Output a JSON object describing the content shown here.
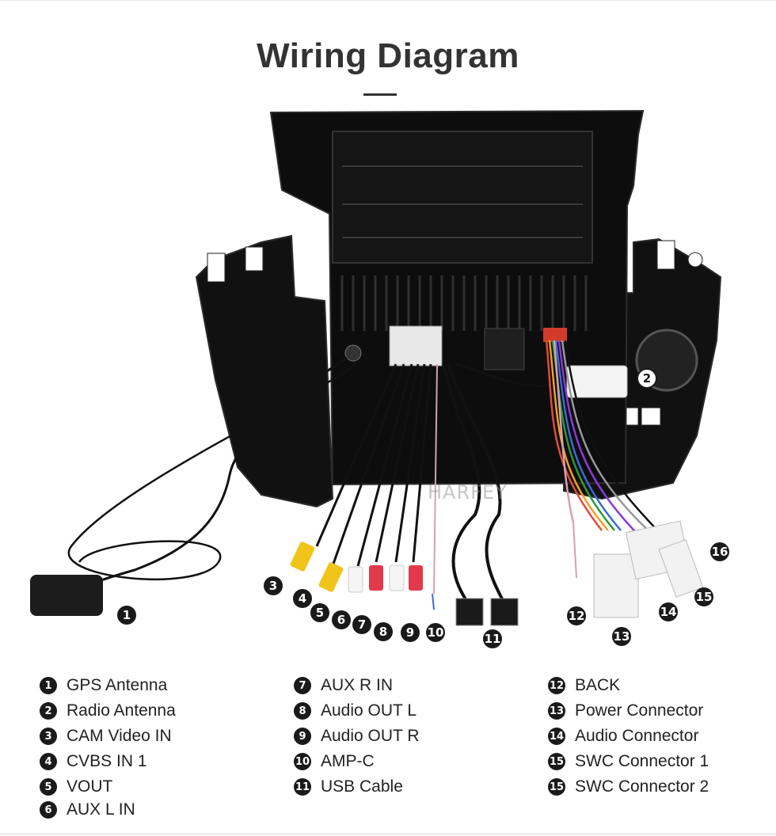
{
  "title": "Wiring Diagram",
  "watermark": "HARFEY",
  "callouts": [
    "1",
    "2",
    "3",
    "4",
    "5",
    "6",
    "7",
    "8",
    "9",
    "10",
    "11",
    "12",
    "13",
    "14",
    "15",
    "16"
  ],
  "legend": {
    "col1": [
      {
        "num": "1",
        "label": "GPS Antenna"
      },
      {
        "num": "2",
        "label": "Radio Antenna"
      },
      {
        "num": "3",
        "label": "CAM Video IN"
      },
      {
        "num": "4",
        "label": "CVBS IN 1"
      },
      {
        "num": "5",
        "label": "VOUT"
      },
      {
        "num": "6",
        "label": "AUX L IN"
      }
    ],
    "col2": [
      {
        "num": "7",
        "label": "AUX R IN"
      },
      {
        "num": "8",
        "label": "Audio OUT L"
      },
      {
        "num": "9",
        "label": "Audio OUT R"
      },
      {
        "num": "10",
        "label": "AMP-C"
      },
      {
        "num": "11",
        "label": "USB Cable"
      }
    ],
    "col3": [
      {
        "num": "12",
        "label": "BACK"
      },
      {
        "num": "13",
        "label": "Power Connector"
      },
      {
        "num": "14",
        "label": "Audio Connector"
      },
      {
        "num": "15",
        "label": "SWC Connector 1"
      },
      {
        "num": "15",
        "label": "SWC Connector 2"
      }
    ]
  }
}
